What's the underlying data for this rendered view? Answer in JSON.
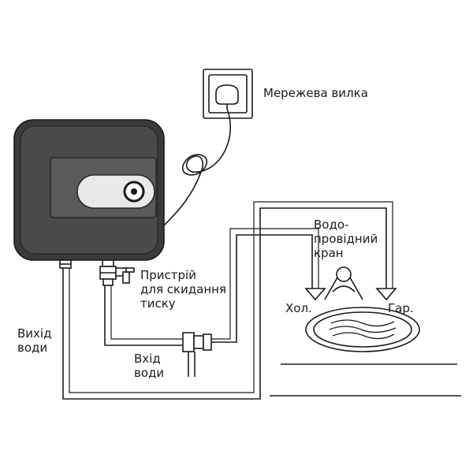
{
  "labels": {
    "plug": "Мережева вилка",
    "relief_valve": [
      "Пристрій",
      "для скидання",
      "тиску"
    ],
    "water_outlet": [
      "Вихід",
      "води"
    ],
    "water_inlet": [
      "Вхід",
      "води"
    ],
    "faucet": [
      "Водо-",
      "провідний",
      "кран"
    ],
    "cold": "Хол.",
    "hot": "Гар."
  },
  "colors": {
    "line": "#1a1a1a",
    "tank_body": "#3a3a3a",
    "panel": "#5a5a5a",
    "window": "#e9e9e9"
  }
}
